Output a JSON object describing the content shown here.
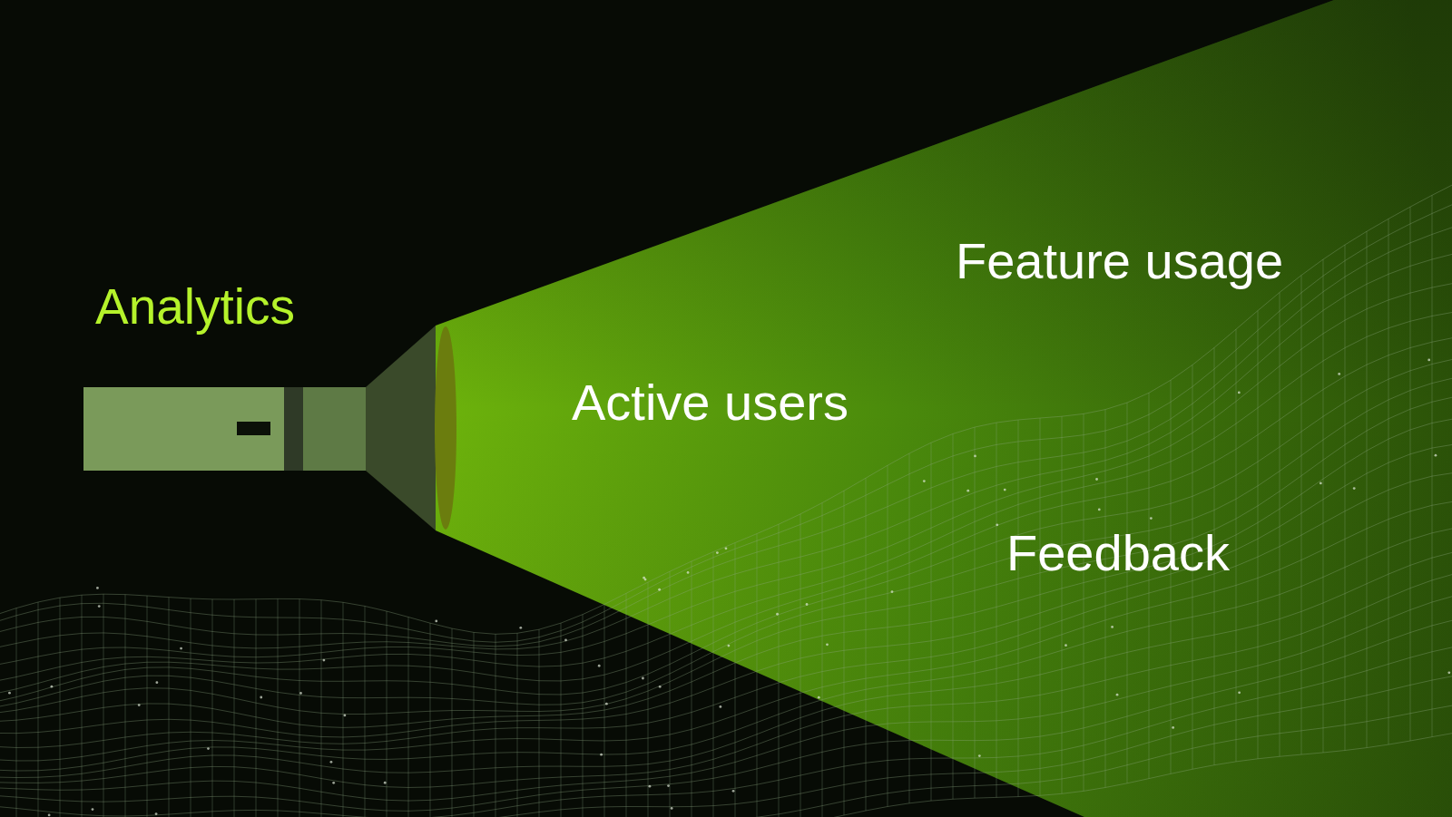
{
  "diagram": {
    "labels": [
      "Analytics",
      "Active users",
      "Feature usage",
      "Feedback"
    ]
  }
}
